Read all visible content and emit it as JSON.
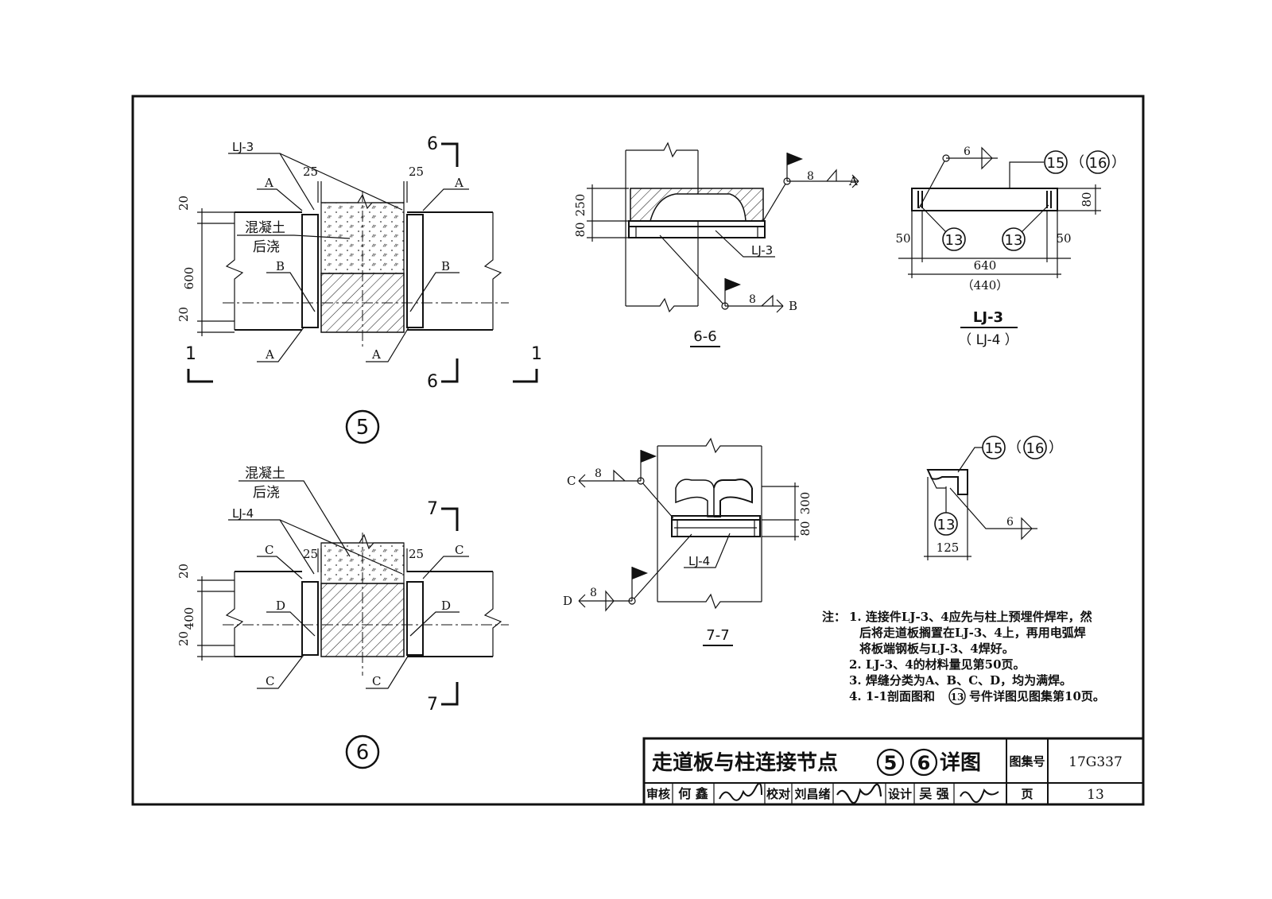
{
  "detail5": {
    "member_label": "LJ-3",
    "weld_a": "A",
    "weld_b": "B",
    "concrete_1": "混凝土",
    "concrete_2": "后浇",
    "dim_25": "25",
    "dim_20": "20",
    "dim_600": "600",
    "section_1": "1",
    "section_6": "6",
    "number": "5"
  },
  "detail6": {
    "member_label": "LJ-4",
    "weld_c": "C",
    "weld_d": "D",
    "concrete_1": "混凝土",
    "concrete_2": "后浇",
    "dim_25": "25",
    "dim_20": "20",
    "dim_400": "400",
    "section_7": "7",
    "number": "6"
  },
  "section66": {
    "title": "6-6",
    "dim_250": "250",
    "dim_80": "80",
    "weld_size": "8",
    "weld_a": "A",
    "weld_b": "B",
    "member_label": "LJ-3"
  },
  "section77": {
    "title": "7-7",
    "dim_300": "300",
    "dim_80": "80",
    "weld_size": "8",
    "weld_c": "C",
    "weld_d": "D",
    "member_label": "LJ-4"
  },
  "lj3": {
    "weld_size": "6",
    "part_15": "15",
    "part_16": "16",
    "part_13": "13",
    "dim_80": "80",
    "dim_50": "50",
    "dim_640": "640",
    "dim_440": "（440）",
    "title": "LJ-3",
    "subtitle": "（ LJ-4 ）"
  },
  "bracket": {
    "part_15": "15",
    "part_16": "16",
    "part_13": "13",
    "weld_size": "6",
    "dim_125": "125"
  },
  "notes": {
    "prefix": "注：",
    "items": [
      "1. 连接件LJ-3、4应先与柱上预埋件焊牢，然",
      "后将走道板搁置在LJ-3、4上，再用电弧焊",
      "将板端钢板与LJ-3、4焊好。",
      "2. LJ-3、4的材料量见第50页。",
      "3. 焊缝分类为A、B、C、D，均为满焊。",
      "4. 1-1剖面图和",
      "号件详图见图集第10页。"
    ],
    "note4_circle": "13"
  },
  "title_block": {
    "title_pre": "走道板与柱连接节点",
    "title_n1": "5",
    "title_n2": "6",
    "title_post": "详图",
    "atlas_label": "图集号",
    "atlas_no": "17G337",
    "review_label": "审核",
    "reviewer": "何 鑫",
    "check_label": "校对",
    "checker": "刘昌绪",
    "design_label": "设计",
    "designer": "吴 强",
    "page_label": "页",
    "page_no": "13"
  }
}
